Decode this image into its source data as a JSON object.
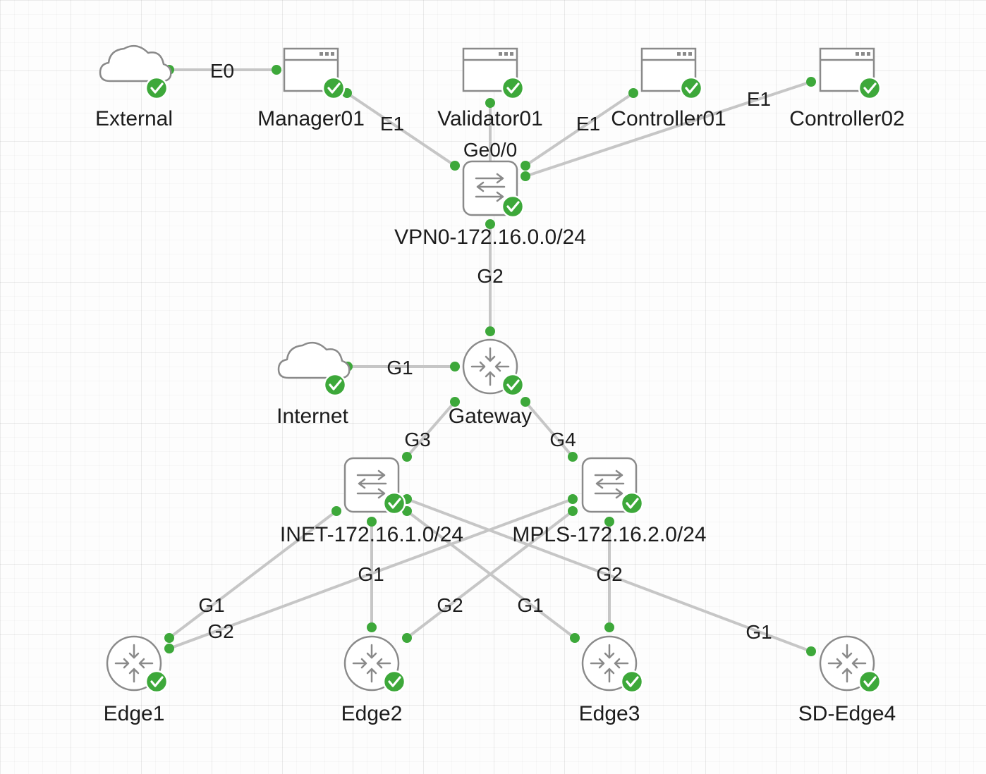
{
  "colors": {
    "status_ok": "#3da83a",
    "link": "#c6c6c6",
    "device_outline": "#8a8a8a"
  },
  "nodes": {
    "external": {
      "label": "External",
      "icon": "cloud-icon",
      "status": "ok"
    },
    "manager01": {
      "label": "Manager01",
      "icon": "server-icon",
      "status": "ok"
    },
    "validator01": {
      "label": "Validator01",
      "icon": "server-icon",
      "status": "ok"
    },
    "controller01": {
      "label": "Controller01",
      "icon": "server-icon",
      "status": "ok"
    },
    "controller02": {
      "label": "Controller02",
      "icon": "server-icon",
      "status": "ok"
    },
    "vpn0_switch": {
      "icon": "switch-icon",
      "status": "ok"
    },
    "internet": {
      "label": "Internet",
      "icon": "cloud-icon",
      "status": "ok"
    },
    "gateway": {
      "label": "Gateway",
      "icon": "router-icon",
      "status": "ok"
    },
    "inet_switch": {
      "icon": "switch-icon",
      "status": "ok"
    },
    "mpls_switch": {
      "icon": "switch-icon",
      "status": "ok"
    },
    "edge1": {
      "label": "Edge1",
      "icon": "router-icon",
      "status": "ok"
    },
    "edge2": {
      "label": "Edge2",
      "icon": "router-icon",
      "status": "ok"
    },
    "edge3": {
      "label": "Edge3",
      "icon": "router-icon",
      "status": "ok"
    },
    "sd_edge4": {
      "label": "SD-Edge4",
      "icon": "router-icon",
      "status": "ok"
    }
  },
  "networks": {
    "vpn0": "VPN0-172.16.0.0/24",
    "inet": "INET-172.16.1.0/24",
    "mpls": "MPLS-172.16.2.0/24"
  },
  "ports": {
    "external_manager": "E0",
    "manager_vpn0": "E1",
    "controller01_vpn0": "E1",
    "controller02_vpn0": "E1",
    "vpn0_switch_port": "Ge0/0",
    "vpn0_gateway": "G2",
    "internet_gateway": "G1",
    "gateway_inet": "G3",
    "gateway_mpls": "G4",
    "edge1_inet": "G1",
    "edge1_mpls": "G2",
    "edge2_inet": "G1",
    "edge2_mpls": "G2",
    "edge3_inet": "G1",
    "edge3_mpls": "G2",
    "sd_edge4_inet": "G1"
  }
}
